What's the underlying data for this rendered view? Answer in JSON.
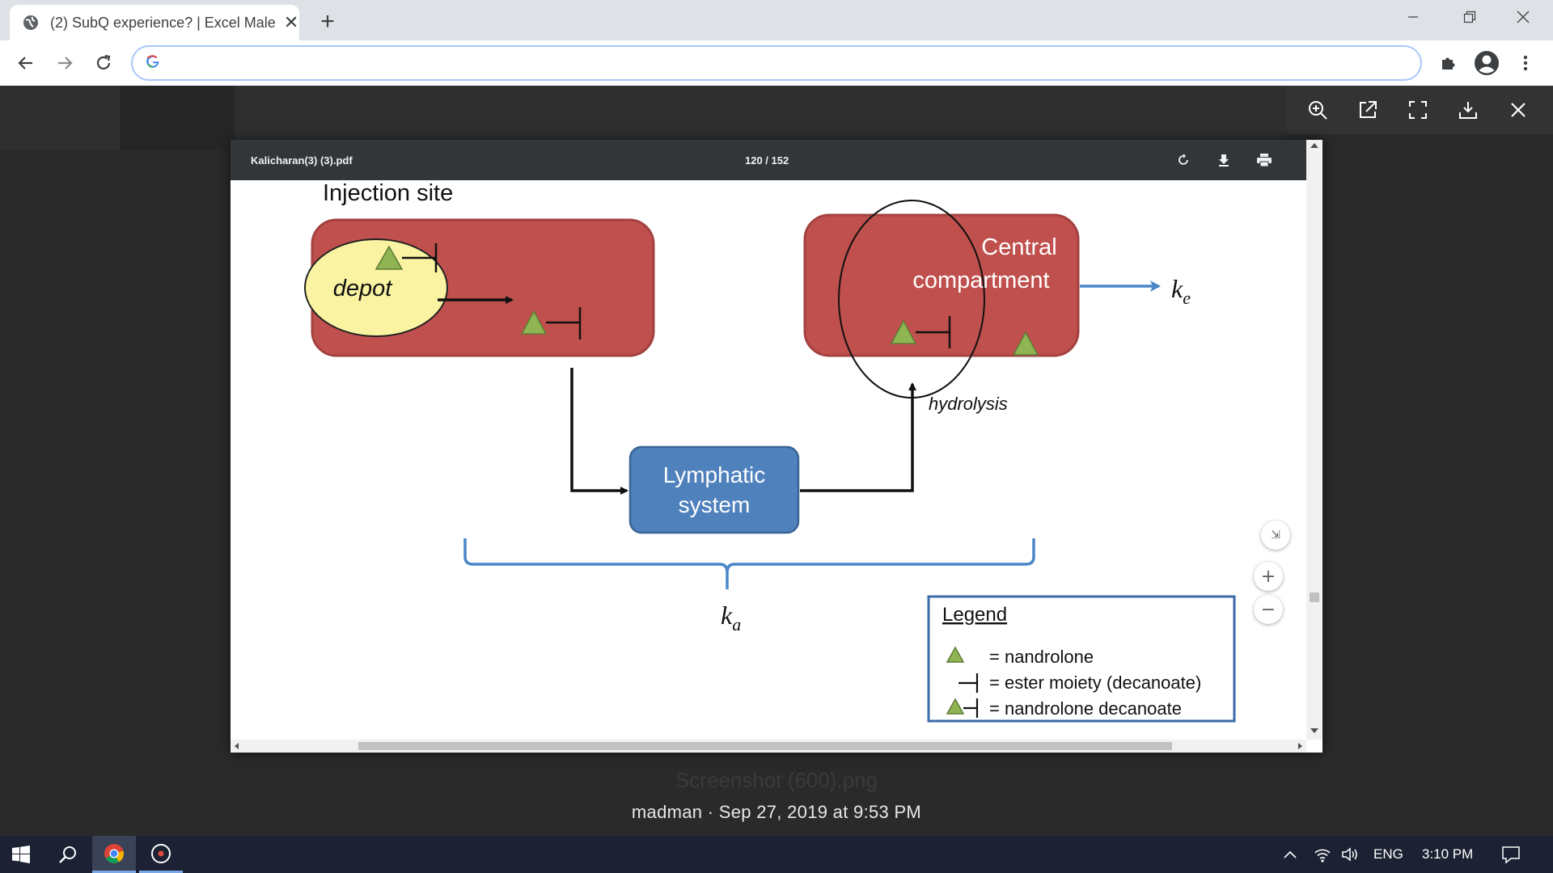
{
  "browser": {
    "tab_title": "(2) SubQ experience? | Excel Male",
    "address_value": "",
    "colors": {
      "tabbar": "#dee1e6",
      "accent": "#a8c7fa"
    }
  },
  "pdf": {
    "filename": "Kalicharan(3) (3).pdf",
    "page_indicator": "120 / 152"
  },
  "diagram": {
    "injection_site_title": "Injection site",
    "depot_label": "depot",
    "central_line1": "Central",
    "central_line2": "compartment",
    "ke_main": "k",
    "ke_sub": "e",
    "hydrolysis_label": "hydrolysis",
    "lymphatic_line1": "Lymphatic",
    "lymphatic_line2": "system",
    "ka_main": "k",
    "ka_sub": "a",
    "legend": {
      "title": "Legend",
      "items": [
        "= nandrolone",
        "= ester moiety (decanoate)",
        "= nandrolone decanoate"
      ]
    },
    "colors": {
      "compartment": "#c0504d",
      "depot": "#f9f3a2",
      "lymphatic": "#4f81bd",
      "triangle": "#8fb452",
      "arrow_blue": "#4a86c8"
    }
  },
  "caption": {
    "filename": "Screenshot (600).png",
    "meta": "madman · Sep 27, 2019 at 9:53 PM"
  },
  "taskbar": {
    "language": "ENG",
    "time": "3:10 PM"
  }
}
